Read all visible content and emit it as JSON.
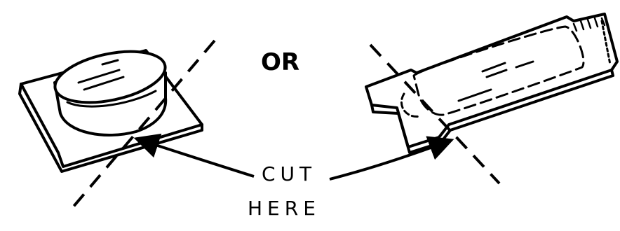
{
  "diagram": {
    "separator_text": "OR",
    "callout_line1": "CUT",
    "callout_line2": "HERE",
    "ink_color": "#000000",
    "background_color": "#ffffff",
    "items": [
      {
        "id": "blister-pack",
        "icon": "round-blister-on-square-card-icon"
      },
      {
        "id": "foil-packet",
        "icon": "sealed-foil-packet-icon"
      }
    ]
  }
}
